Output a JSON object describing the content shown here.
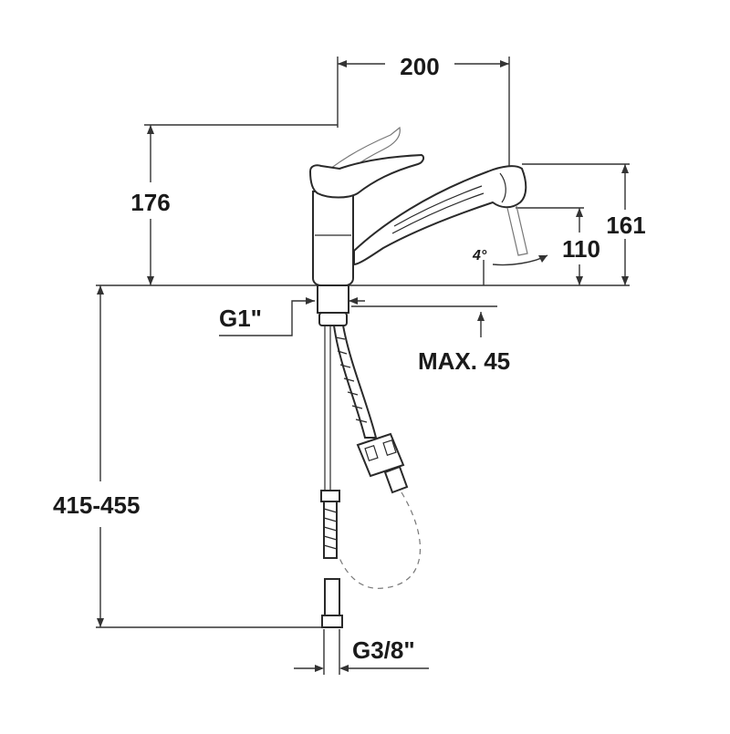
{
  "diagram": {
    "dimensions": {
      "width_200": "200",
      "height_176": "176",
      "height_161": "161",
      "height_110": "110",
      "angle": "4°",
      "inlet_thread": "G1\"",
      "max_thickness": "MAX. 45",
      "length_range": "415-455",
      "hose_thread": "G3/8\""
    }
  }
}
